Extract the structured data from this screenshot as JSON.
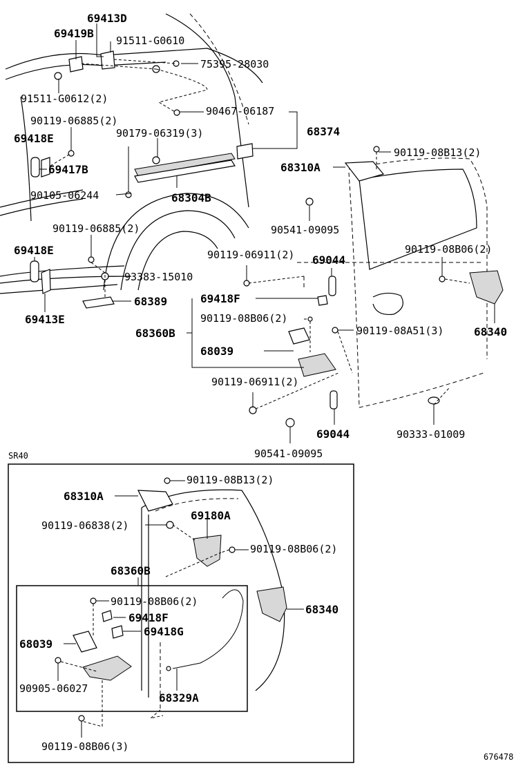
{
  "diagram": {
    "figure_id": "676478",
    "variant_label": "SR40",
    "labels": {
      "p69413D": "69413D",
      "p69419B": "69419B",
      "p91511_G0610": "91511-G0610",
      "p75395_28030": "75395-28030",
      "p91511_G0612": "91511-G0612(2)",
      "p90467_06187": "90467-06187",
      "p90119_06885_a": "90119-06885(2)",
      "p68374": "68374",
      "p90179_06319": "90179-06319(3)",
      "p69418E_a": "69418E",
      "p69417B": "69417B",
      "p90119_08B13_a": "90119-08B13(2)",
      "p68310A_a": "68310A",
      "p90105_06244": "90105-06244",
      "p68304B": "68304B",
      "p90541_09095_a": "90541-09095",
      "p90119_06885_b": "90119-06885(2)",
      "p69418E_b": "69418E",
      "p90119_06911_a": "90119-06911(2)",
      "p69044_a": "69044",
      "p90119_08B06_a": "90119-08B06(2)",
      "p93383_15010": "93383-15010",
      "p68389": "68389",
      "p69413E": "69413E",
      "p69418F_a": "69418F",
      "p90119_08B06_b": "90119-08B06(2)",
      "p68360B_a": "68360B",
      "p90119_08A51": "90119-08A51(3)",
      "p68340_a": "68340",
      "p68039_a": "68039",
      "p90119_06911_b": "90119-06911(2)",
      "p69044_b": "69044",
      "p90333_01009": "90333-01009",
      "p90541_09095_b": "90541-09095",
      "p90119_08B13_b": "90119-08B13(2)",
      "p68310A_b": "68310A",
      "p69180A": "69180A",
      "p90119_06838": "90119-06838(2)",
      "p90119_08B06_c": "90119-08B06(2)",
      "p68360B_b": "68360B",
      "p90119_08B06_d": "90119-08B06(2)",
      "p68340_b": "68340",
      "p69418F_b": "69418F",
      "p68039_b": "68039",
      "p69418G": "69418G",
      "p90905_06027": "90905-06027",
      "p68329A": "68329A",
      "p90119_08B06_e": "90119-08B06(3)"
    }
  }
}
